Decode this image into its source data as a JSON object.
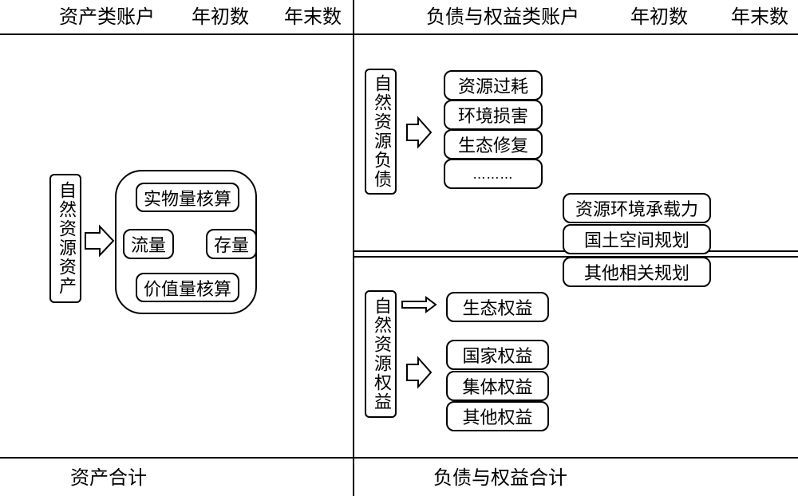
{
  "header": {
    "assets_col": "资产类账户",
    "assets_begin": "年初数",
    "assets_end": "年末数",
    "liab_col": "负债与权益类账户",
    "liab_begin": "年初数",
    "liab_end": "年末数"
  },
  "assets": {
    "label": "自然资源资产",
    "physical": "实物量核算",
    "flow": "流量",
    "stock": "存量",
    "value": "价值量核算"
  },
  "liabilities": {
    "label": "自然资源负债",
    "items": [
      "资源过耗",
      "环境损害",
      "生态修复",
      "………"
    ]
  },
  "constraints": [
    "资源环境承载力",
    "国土空间规划",
    "其他相关规划"
  ],
  "equity": {
    "label": "自然资源权益",
    "eco": "生态权益",
    "items": [
      "国家权益",
      "集体权益",
      "其他权益"
    ]
  },
  "footer": {
    "assets_total": "资产合计",
    "liab_total": "负债与权益合计"
  }
}
